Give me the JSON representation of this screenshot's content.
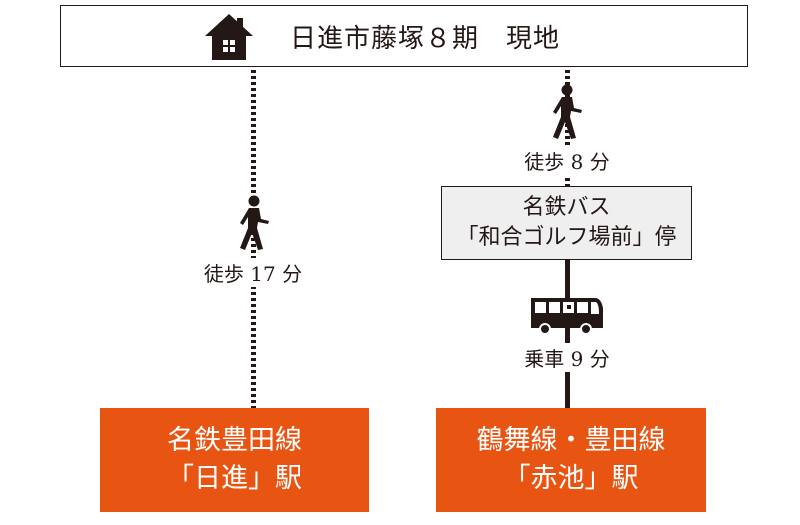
{
  "destination": {
    "title": "日進市藤塚８期　現地",
    "icon": "house-icon"
  },
  "left_route": {
    "walk_label": "徒歩 17 分",
    "icon": "walking-person-icon"
  },
  "right_route": {
    "walk_label": "徒歩 8 分",
    "walk_icon": "walking-person-icon",
    "bus_stop": {
      "line1": "名鉄バス",
      "line2": "「和合ゴルフ場前」停"
    },
    "bus_label": "乗車 9 分",
    "bus_icon": "bus-icon"
  },
  "stations": [
    {
      "line1": "名鉄豊田線",
      "line2": "「日進」駅"
    },
    {
      "line1": "鶴舞線・豊田線",
      "line2": "「赤池」駅"
    }
  ],
  "colors": {
    "station": "#e85513",
    "ink": "#231815",
    "stop_bg": "#efefef"
  }
}
